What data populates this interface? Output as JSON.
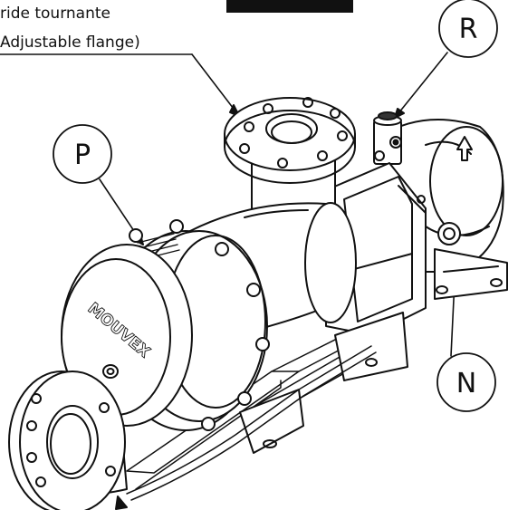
{
  "callouts": {
    "flange_fr": "ride tournante",
    "flange_en": "Adjustable flange)",
    "P": "P",
    "R": "R",
    "N": "N"
  },
  "logo_text": "MOUVEX",
  "colors": {
    "line": "#111111",
    "background": "#ffffff",
    "shade": "#dcdcdc"
  }
}
